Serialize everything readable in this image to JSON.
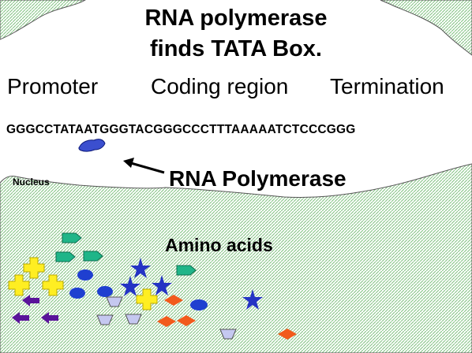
{
  "title": {
    "line1": "RNA polymerase",
    "line2": "finds TATA Box."
  },
  "regions": {
    "promoter": "Promoter",
    "coding": "Coding region",
    "termination": "Termination"
  },
  "dna_sequence": "GGGCCTATAATGGGTACGGGCCCTTTAAAAATCTCCCGGG",
  "labels": {
    "nucleus": "Nucleus",
    "rna_polymerase": "RNA Polymerase",
    "amino_acids": "Amino acids"
  },
  "colors": {
    "cytoplasm_hatch": "#7fc07f",
    "polymerase": "#3b4fcf",
    "teal_pentagon": "#1fb588",
    "yellow_cross": "#ffee22",
    "blue_oval": "#1f3fd0",
    "blue_star": "#2433c4",
    "purple_arrow": "#5a139a",
    "lavender_trapezoid": "#c5c8f0",
    "orange_diamond": "#f25a1c"
  },
  "icons": {
    "polymerase": "rna-polymerase-blob-icon",
    "pointer": "left-arrow-icon",
    "amino_shapes": [
      "pentagon-icon",
      "cross-icon",
      "oval-icon",
      "star-icon",
      "arrow-icon",
      "trapezoid-icon",
      "diamond-icon"
    ]
  }
}
